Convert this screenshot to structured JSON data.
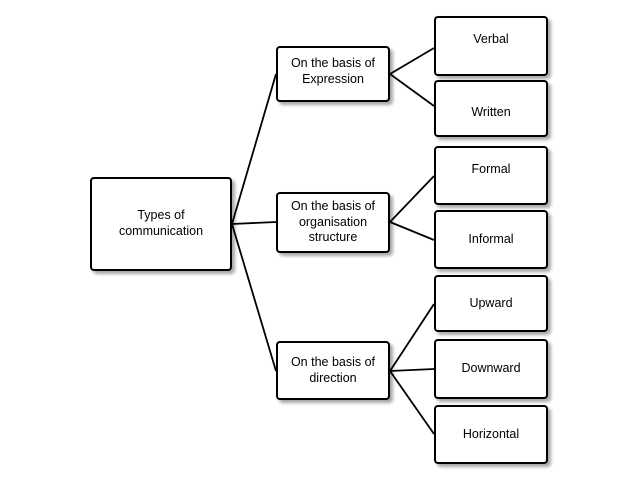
{
  "root": {
    "label": "Types of\ncommunication"
  },
  "branches": [
    {
      "label": "On the basis of\nExpression",
      "children": [
        "Verbal",
        "Written"
      ]
    },
    {
      "label": "On the basis of\norganisation\nstructure",
      "children": [
        "Formal",
        "Informal"
      ]
    },
    {
      "label": "On the basis of\ndirection",
      "children": [
        "Upward",
        "Downward",
        "Horizontal"
      ]
    }
  ]
}
